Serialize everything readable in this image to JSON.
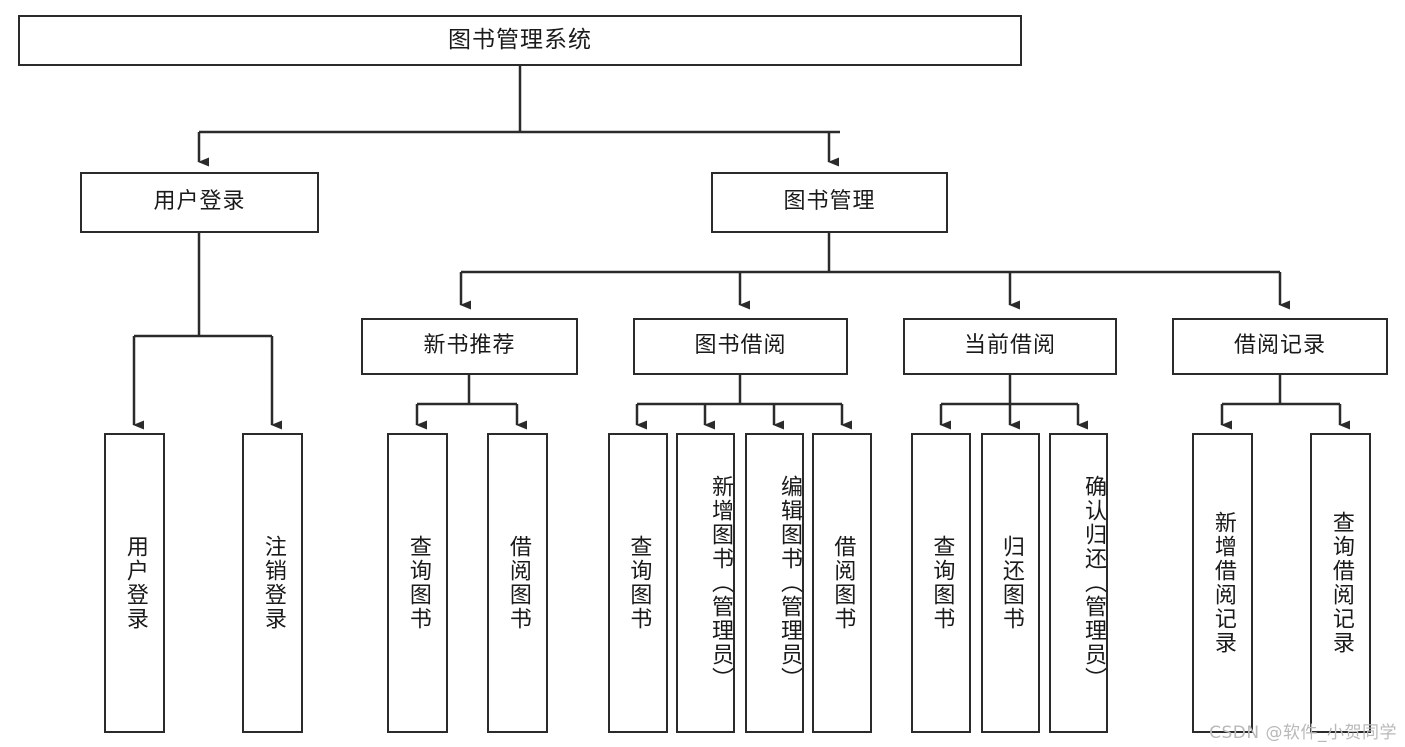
{
  "diagram": {
    "title": "图书管理系统",
    "type": "tree-hierarchy-chart",
    "watermark": "CSDN @软件_小贺同学",
    "colors": {
      "box_border": "#2b2b2b",
      "box_fill": "#ffffff",
      "connector": "#2b2b2b",
      "text": "#1a1a1a",
      "watermark": "#b9b9b9",
      "background": "#ffffff"
    },
    "root": {
      "label": "图书管理系统"
    },
    "level2": [
      {
        "label": "用户登录"
      },
      {
        "label": "图书管理"
      }
    ],
    "level3": [
      {
        "label": "新书推荐"
      },
      {
        "label": "图书借阅"
      },
      {
        "label": "当前借阅"
      },
      {
        "label": "借阅记录"
      }
    ],
    "leaves": {
      "user_login": [
        {
          "label": "用户登录"
        },
        {
          "label": "注销登录"
        }
      ],
      "new_book_recommend": [
        {
          "label": "查询图书"
        },
        {
          "label": "借阅图书"
        }
      ],
      "book_borrow": [
        {
          "label": "查询图书"
        },
        {
          "label": "新增图书（管理员）"
        },
        {
          "label": "编辑图书（管理员）"
        },
        {
          "label": "借阅图书"
        }
      ],
      "current_borrow": [
        {
          "label": "查询图书"
        },
        {
          "label": "归还图书"
        },
        {
          "label": "确认归还（管理员）"
        }
      ],
      "borrow_record": [
        {
          "label": "新增借阅记录"
        },
        {
          "label": "查询借阅记录"
        }
      ]
    }
  }
}
